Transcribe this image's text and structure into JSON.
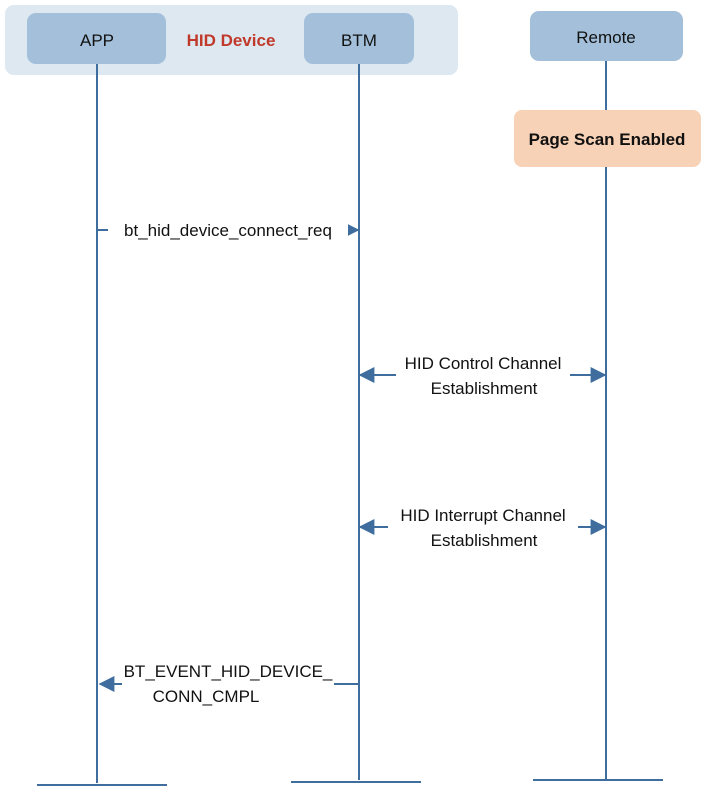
{
  "group": {
    "label": "HID Device"
  },
  "participants": {
    "app": "APP",
    "btm": "BTM",
    "remote": "Remote"
  },
  "note": {
    "label": "Page Scan Enabled"
  },
  "messages": [
    {
      "lines": [
        "bt_hid_device_connect_req"
      ]
    },
    {
      "lines": [
        "HID Control Channel",
        "Establishment"
      ]
    },
    {
      "lines": [
        "HID Interrupt Channel",
        "Establishment"
      ]
    },
    {
      "lines": [
        "BT_EVENT_HID_DEVICE_",
        "CONN_CMPL"
      ]
    }
  ],
  "colors": {
    "group_bg": "#dde8f1",
    "box": "#a3bfd9",
    "line": "#3f6e9e",
    "group_label": "#c0392b",
    "note": "#f8d2b6"
  }
}
